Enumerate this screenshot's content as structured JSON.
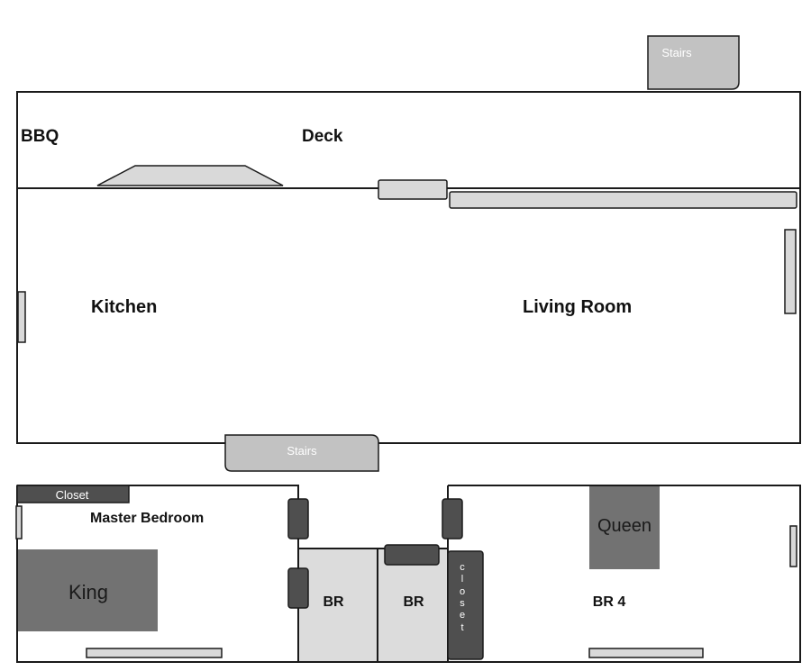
{
  "labels": {
    "bbq": "BBQ",
    "deck": "Deck",
    "kitchen": "Kitchen",
    "living_room": "Living Room",
    "master_bedroom": "Master Bedroom",
    "br_1": "BR",
    "br_2": "BR",
    "br_4": "BR 4",
    "stairs_top": "Stairs",
    "stairs_middle": "Stairs",
    "closet_master": "Closet",
    "closet_vertical": [
      "c",
      "l",
      "o",
      "s",
      "e",
      "t"
    ],
    "bed_king": "King",
    "bed_queen": "Queen"
  },
  "colors": {
    "wall": "#1a1a1a",
    "light_fill": "#d9d9d9",
    "stairs_fill": "#c2c2c2",
    "dark_fill": "#4f4f4f",
    "bed_fill": "#727272"
  }
}
